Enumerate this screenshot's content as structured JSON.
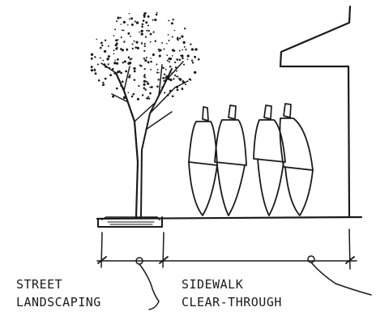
{
  "labels": {
    "street_landscaping": [
      "STREET",
      "LANDSCAPING"
    ],
    "sidewalk_clear_through": [
      "SIDEWALK",
      "CLEAR-THROUGH"
    ]
  },
  "colors": {
    "ink": "#1a1a1a",
    "paper": "#ffffff"
  }
}
